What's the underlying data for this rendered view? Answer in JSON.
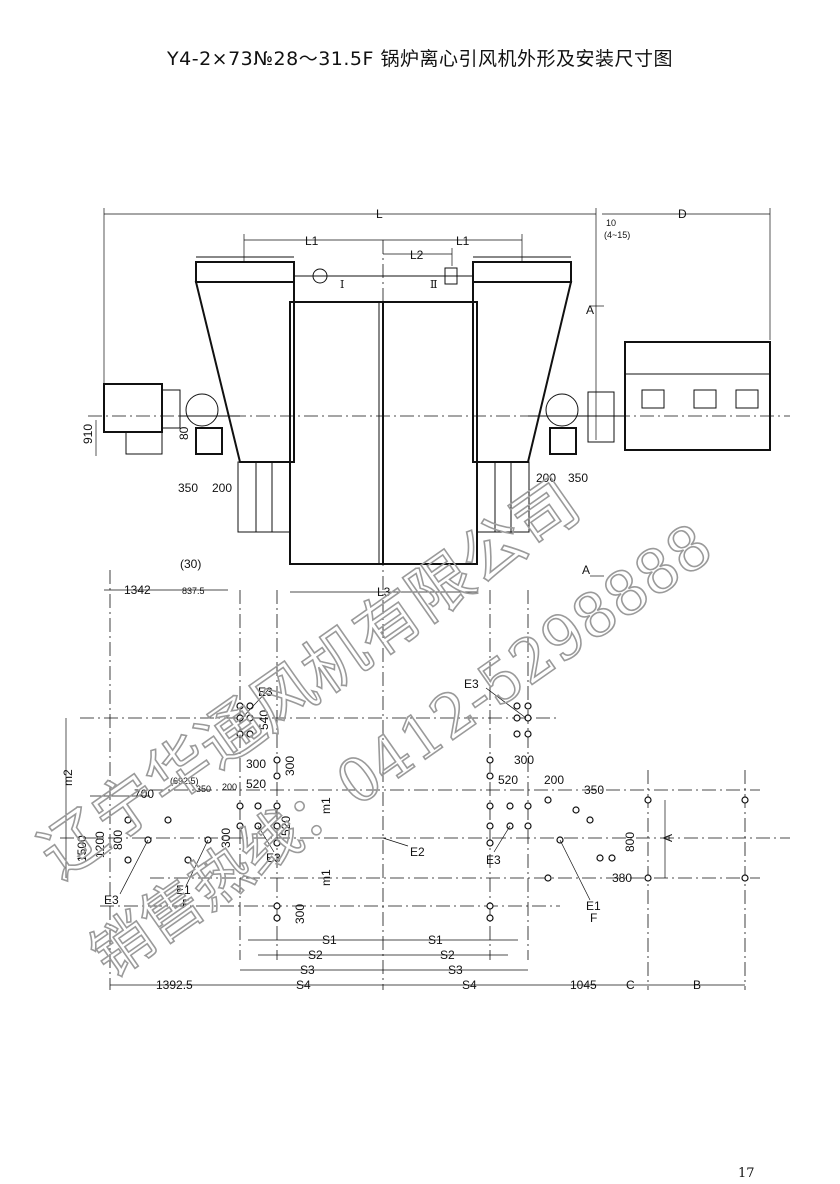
{
  "title": "Y4-2×73№28～31.5F 锅炉离心引风机外形及安装尺寸图",
  "page_number": "17",
  "watermark": {
    "company": "辽宁华通风机有限公司",
    "hotline": "销售热线：0412-5298888"
  },
  "labels": {
    "L": "L",
    "D": "D",
    "L1": "L1",
    "L2": "L2",
    "L3": "L3",
    "d10": "10",
    "d4_15": "(4~15)",
    "A": "A",
    "roman1": "Ⅰ",
    "roman2": "Ⅱ",
    "d910": "910",
    "d80": "80",
    "d350": "350",
    "d200": "200",
    "d30": "(30)",
    "d1342": "1342",
    "d837": "837.5",
    "E1": "E1",
    "E2": "E2",
    "E3": "E3",
    "F": "F",
    "m1": "m1",
    "m2": "m2",
    "d540": "540",
    "d300": "300",
    "d520": "520",
    "d692": "(692.5)",
    "d700": "700",
    "d1500": "1500",
    "d1200": "1200",
    "d800": "800",
    "d380": "380",
    "S1": "S1",
    "S2": "S2",
    "S3": "S3",
    "S4": "S4",
    "d1392": "1392.5",
    "d1045": "1045",
    "C": "C",
    "B": "B"
  }
}
